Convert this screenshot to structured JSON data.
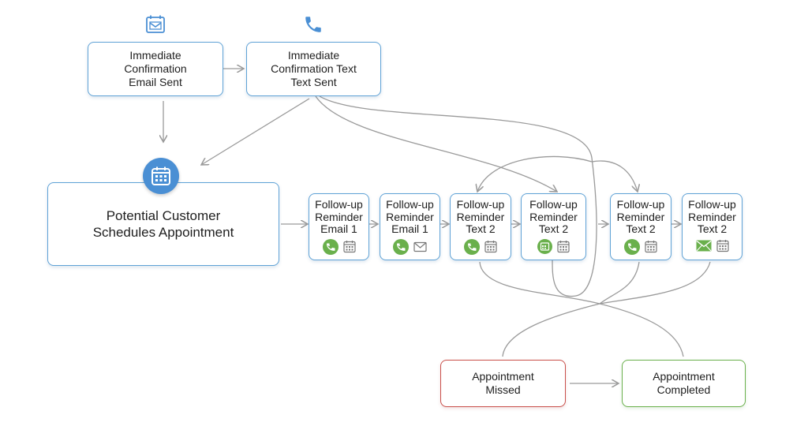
{
  "nodes": {
    "confirm_email": {
      "label": [
        "Immediate",
        "Confirmation",
        "Email Sent"
      ]
    },
    "confirm_text": {
      "label": [
        "Immediate",
        "Confirmation Text",
        "Text Sent"
      ]
    },
    "schedules": {
      "label": [
        "Potential Customer",
        "Schedules Appointment"
      ]
    },
    "fu1": {
      "label": [
        "Follow-up",
        "Reminder",
        "Email 1"
      ]
    },
    "fu2": {
      "label": [
        "Follow-up",
        "Reminder",
        "Email 1"
      ]
    },
    "fu3": {
      "label": [
        "Follow-up",
        "Reminder",
        "Text 2"
      ]
    },
    "fu4": {
      "label": [
        "Follow-up",
        "Reminder",
        "Text 2"
      ]
    },
    "fu5": {
      "label": [
        "Follow-up",
        "Reminder",
        "Text 2"
      ]
    },
    "fu6": {
      "label": [
        "Follow-up",
        "Reminder",
        "Text 2"
      ]
    },
    "missed": {
      "label": [
        "Appointment",
        "Missed"
      ]
    },
    "completed": {
      "label": [
        "Appointment",
        "Completed"
      ]
    }
  },
  "colors": {
    "blue": "#5fa2d6",
    "red": "#c9504b",
    "green": "#6ab04c",
    "line": "#9a9a9a"
  }
}
